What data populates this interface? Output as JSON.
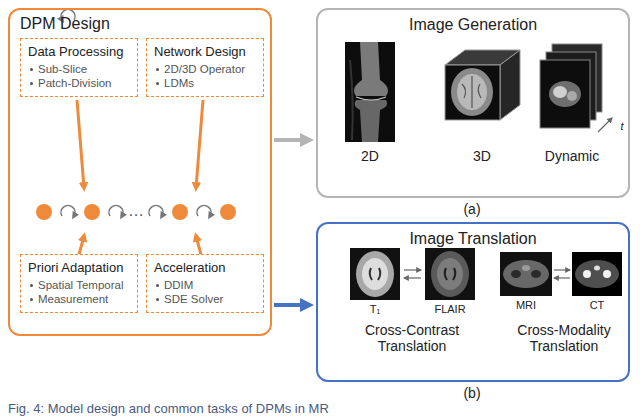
{
  "diagram": {
    "caption": "Fig. 4: Model design and common tasks of DPMs in MR",
    "nodes": [
      {
        "text": [
          "DPM Design"
        ]
      },
      {
        "text": [
          "Data Processing",
          "Sub-Slice",
          "Patch-Division"
        ],
        "in": 0
      },
      {
        "text": [
          "Network Design",
          "2D/3D Operator",
          "LDMs"
        ],
        "in": 0
      },
      {
        "text": [
          "Priori Adaptation",
          "Spatial Temporal",
          "Measurement"
        ],
        "in": 0
      },
      {
        "text": [
          "Acceleration",
          "DDIM",
          "SDE Solver"
        ],
        "in": 0
      },
      {
        "text": [
          "Image Generation"
        ]
      },
      {
        "text": [
          "Image Translation"
        ]
      }
    ],
    "edges": [
      {
        "from": 0,
        "to": 5,
        "arrow": "to"
      },
      {
        "from": 0,
        "to": 6,
        "arrow": "to"
      }
    ],
    "labels": [
      "…",
      "2D",
      "3D",
      "Dynamic",
      "t",
      "(a)",
      "T₁",
      "FLAIR",
      "MRI",
      "CT",
      "Cross-Contrast Translation",
      "Cross-Modality Translation",
      "(b)"
    ]
  }
}
